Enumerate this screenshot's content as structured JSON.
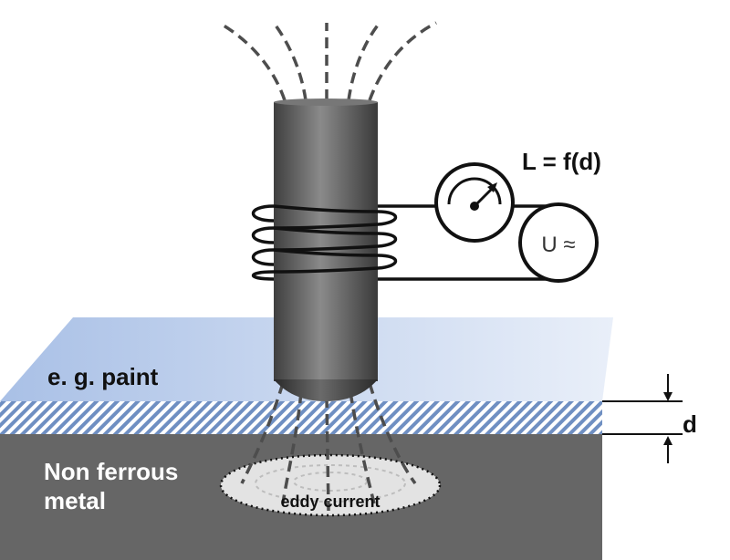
{
  "labels": {
    "formula": "L = f(d)",
    "voltage_source": "U ≈",
    "coating": "e. g. paint",
    "base_line1": "Non ferrous",
    "base_line2": "metal",
    "eddy": "eddy current",
    "thickness": "d"
  },
  "colors": {
    "coating_gradient_left": "#a9c0e6",
    "coating_gradient_right": "#e9eff9",
    "hatch": "#6f8fc2",
    "metal": "#666666",
    "probe_dark": "#3f3f3f",
    "probe_light": "#8a8a8a",
    "field_lines": "#4d4d4d",
    "eddy_fill": "#e3e3e3"
  },
  "icons": {
    "meter": "gauge-meter-icon",
    "source": "ac-voltage-source-icon"
  }
}
